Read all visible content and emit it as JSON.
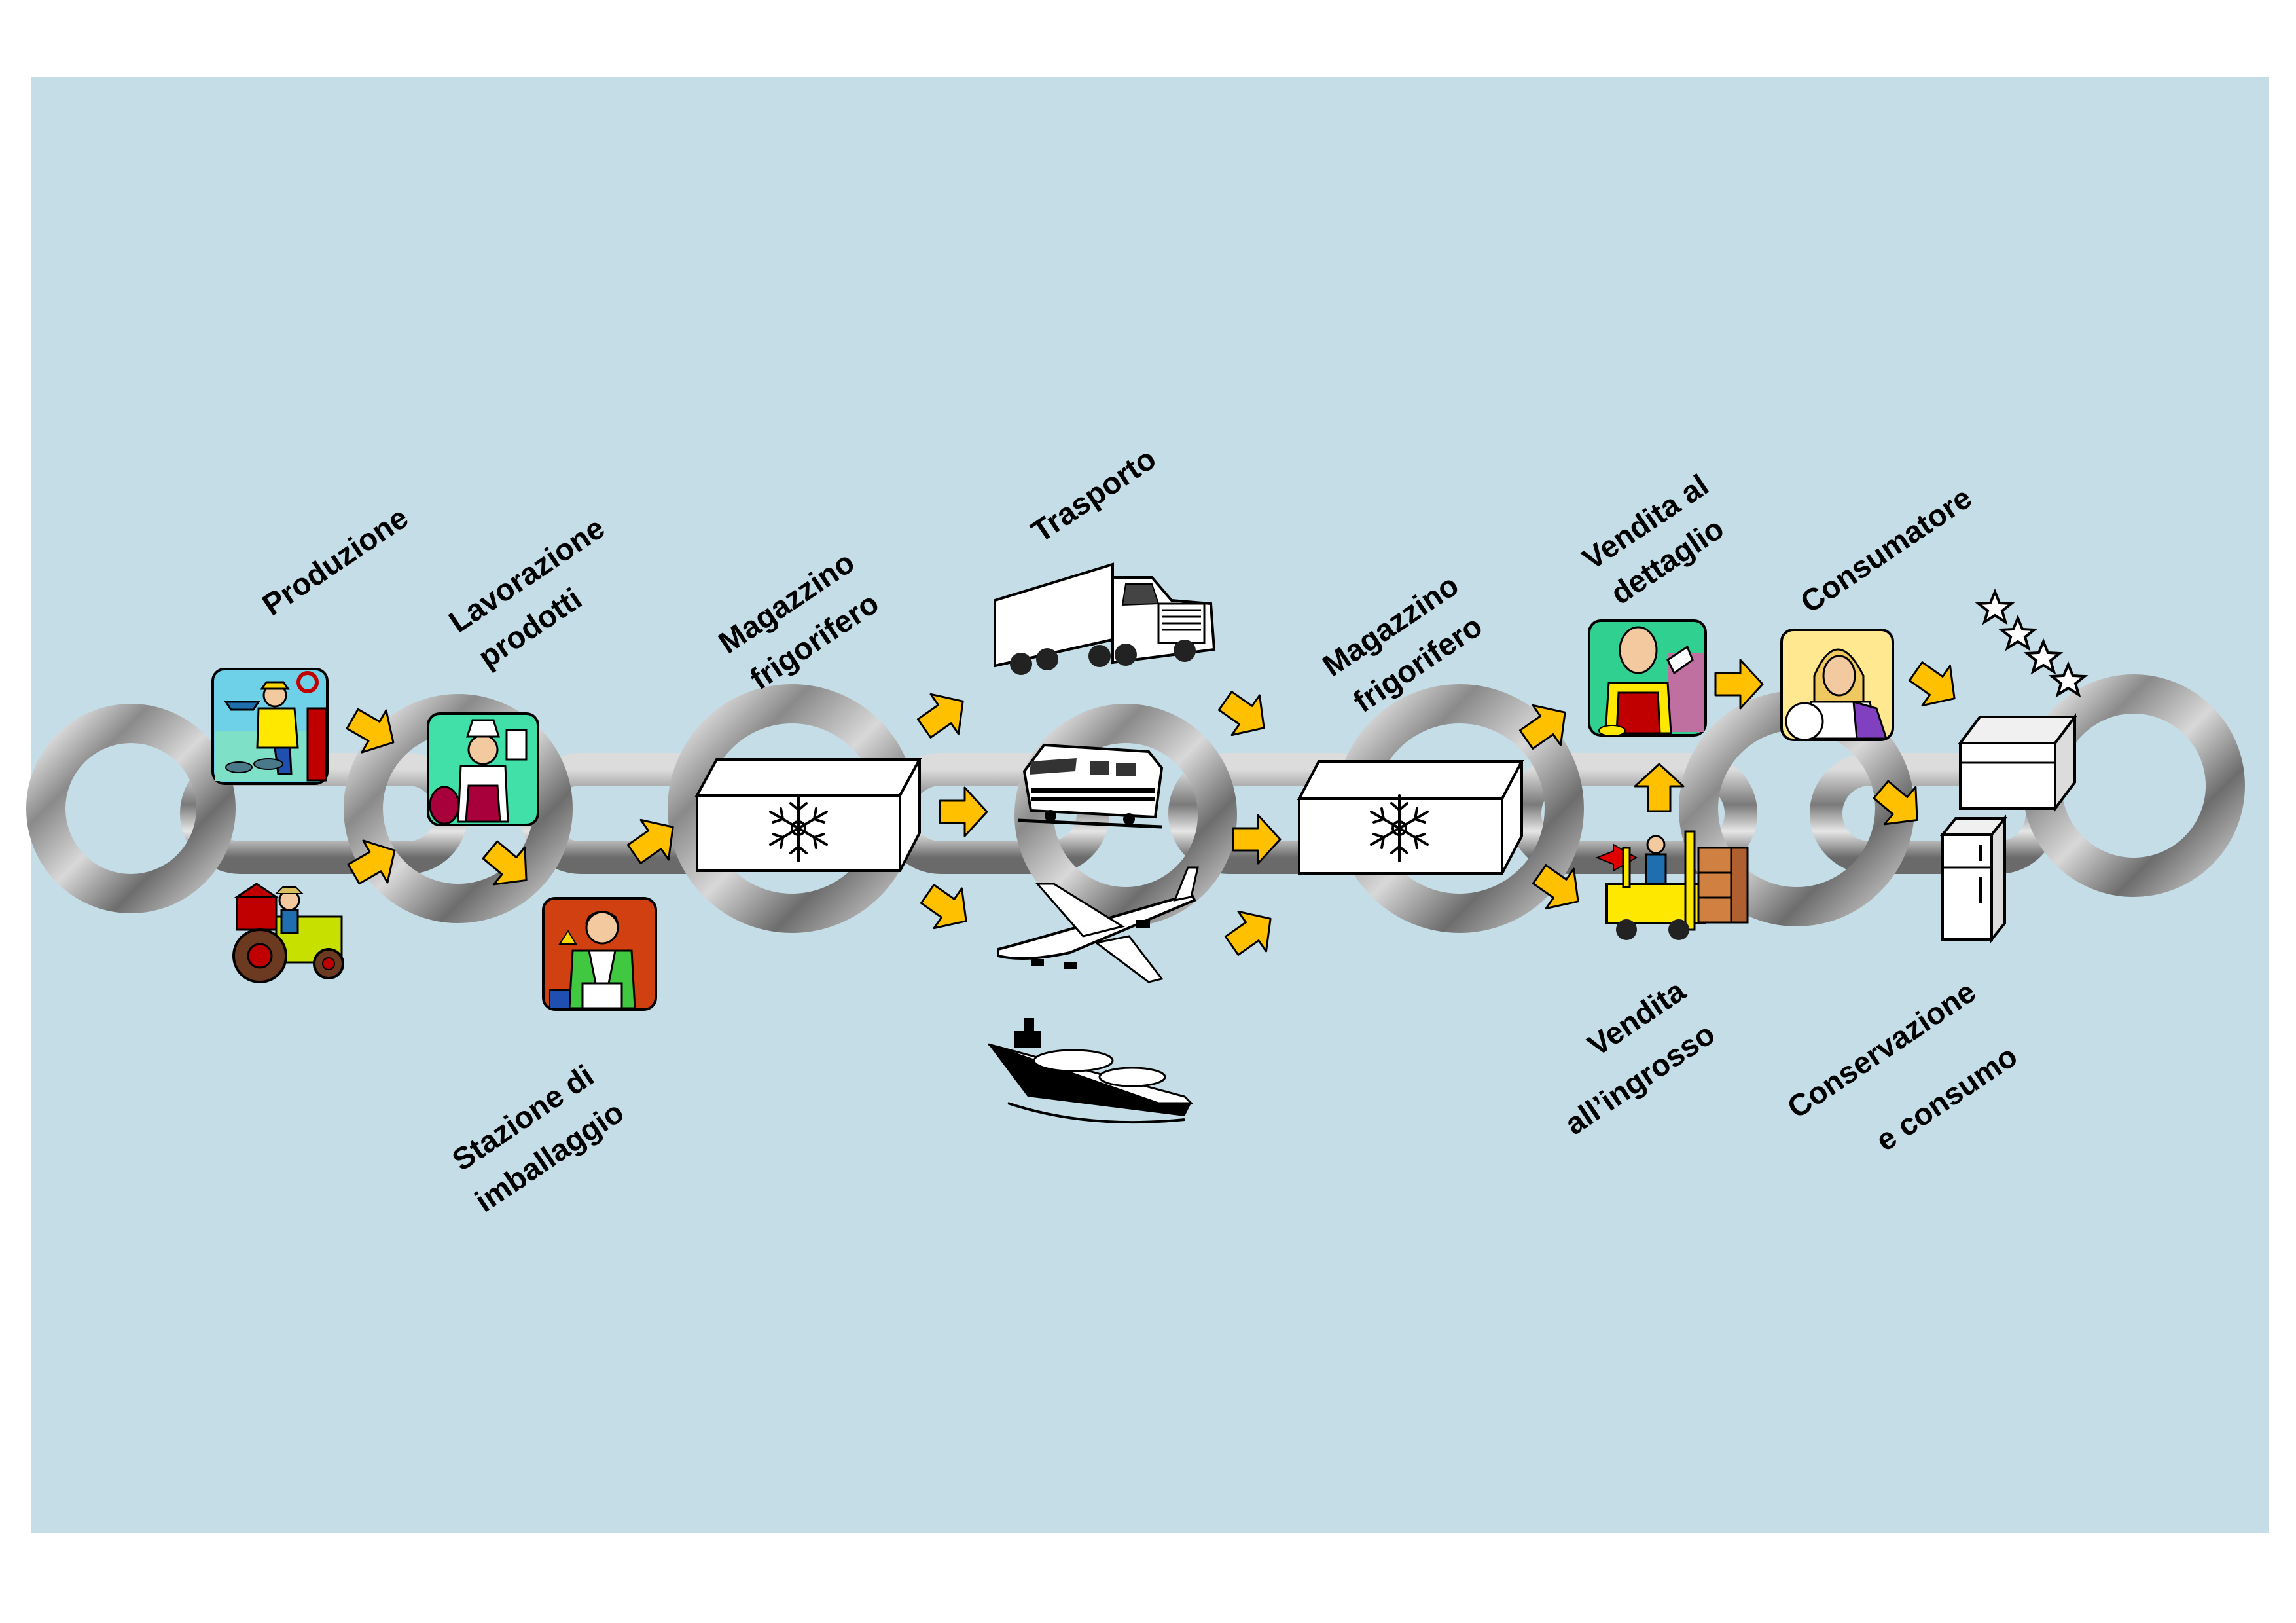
{
  "colors": {
    "background_panel": "#c5dde6",
    "arrow_fill": "#ffc000",
    "chain_metal": "#8e8e8e",
    "box_fill": "#ffffff"
  },
  "labels": {
    "produzione": "Produzione",
    "lavorazione_1": "Lavorazione",
    "lavorazione_2": "prodotti",
    "magazzino1_1": "Magazzino",
    "magazzino1_2": "frigorifero",
    "trasporto": "Trasporto",
    "magazzino2_1": "Magazzino",
    "magazzino2_2": "frigorifero",
    "vendita_dettaglio_1": "Vendita al",
    "vendita_dettaglio_2": "dettaglio",
    "consumatore": "Consumatore",
    "imballaggio_1": "Stazione di",
    "imballaggio_2": "imballaggio",
    "vendita_ingrosso_1": "Vendita",
    "vendita_ingrosso_2": "all’ingrosso",
    "conservazione_1": "Conservazione",
    "conservazione_2": "e consumo"
  },
  "icons": {
    "fisherman": "fisherman-icon",
    "farmer": "farmer-tractor-icon",
    "butcher": "butcher-icon",
    "packer": "packing-worker-icon",
    "cold_store": "snowflake-icon",
    "truck": "truck-icon",
    "train": "train-icon",
    "airplane": "airplane-icon",
    "ship": "ship-icon",
    "retailer": "retailer-icon",
    "forklift": "forklift-icon",
    "consumer": "consumer-icon",
    "freezer": "chest-freezer-icon",
    "fridge": "refrigerator-icon",
    "stars": "star-rating-icon"
  },
  "star_rating": 4
}
